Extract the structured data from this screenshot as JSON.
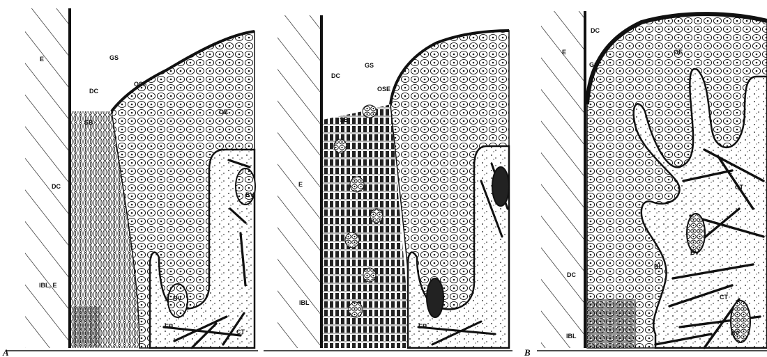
{
  "panels": [
    {
      "id": "A",
      "panel_label": "A",
      "labels": {
        "E": "E",
        "GS": "GS",
        "DC_top": "DC",
        "OSE": "OSE",
        "SB": "SB",
        "OE": "OE",
        "DC_mid": "DC",
        "BV_upper": "BV",
        "IBL_E": "IBL, E",
        "BV_lower": "BV",
        "EB": "EB",
        "CT": "CT"
      }
    },
    {
      "id": "middle",
      "panel_label": "",
      "labels": {
        "E": "E",
        "GS": "GS",
        "DC": "DC",
        "OSE": "OSE",
        "SB": "SB",
        "IBL": "IBL",
        "EB": "EB"
      }
    },
    {
      "id": "B",
      "panel_label": "B",
      "labels": {
        "E": "E",
        "DC_top": "DC",
        "GS": "GS",
        "OE": "OE",
        "CT_upper": "CT",
        "BV_upper": "BV",
        "BL": "BL",
        "DC_lower": "DC",
        "CT_lower": "CT",
        "IBL": "IBL",
        "BV_lower": "BV"
      }
    }
  ],
  "colors": {
    "ink": "#111111",
    "paper": "#ffffff"
  }
}
